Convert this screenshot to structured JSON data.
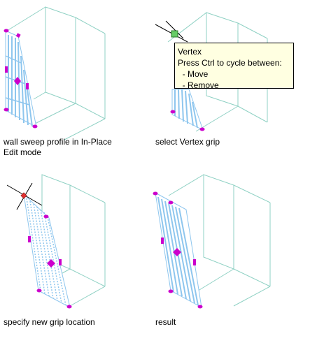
{
  "captions": {
    "panel1": [
      "wall sweep profile in In-Place",
      "Edit mode"
    ],
    "panel2": "select Vertex grip",
    "panel3": "specify new grip location",
    "panel4": "result"
  },
  "tooltip": {
    "title": "Vertex",
    "line1": "Press Ctrl to cycle between:",
    "option1": "  - Move",
    "option2": "  - Remove"
  },
  "colors": {
    "box_edge": "#8fd1c4",
    "hatch": "#8ec6ee",
    "grip": "#cc00cc",
    "selected_grip": "#66cc66",
    "hot_grip": "#e03030",
    "tooltip_bg": "#ffffe1"
  },
  "icons": [
    "crosshair-cursor-icon",
    "vertex-grip-icon"
  ]
}
